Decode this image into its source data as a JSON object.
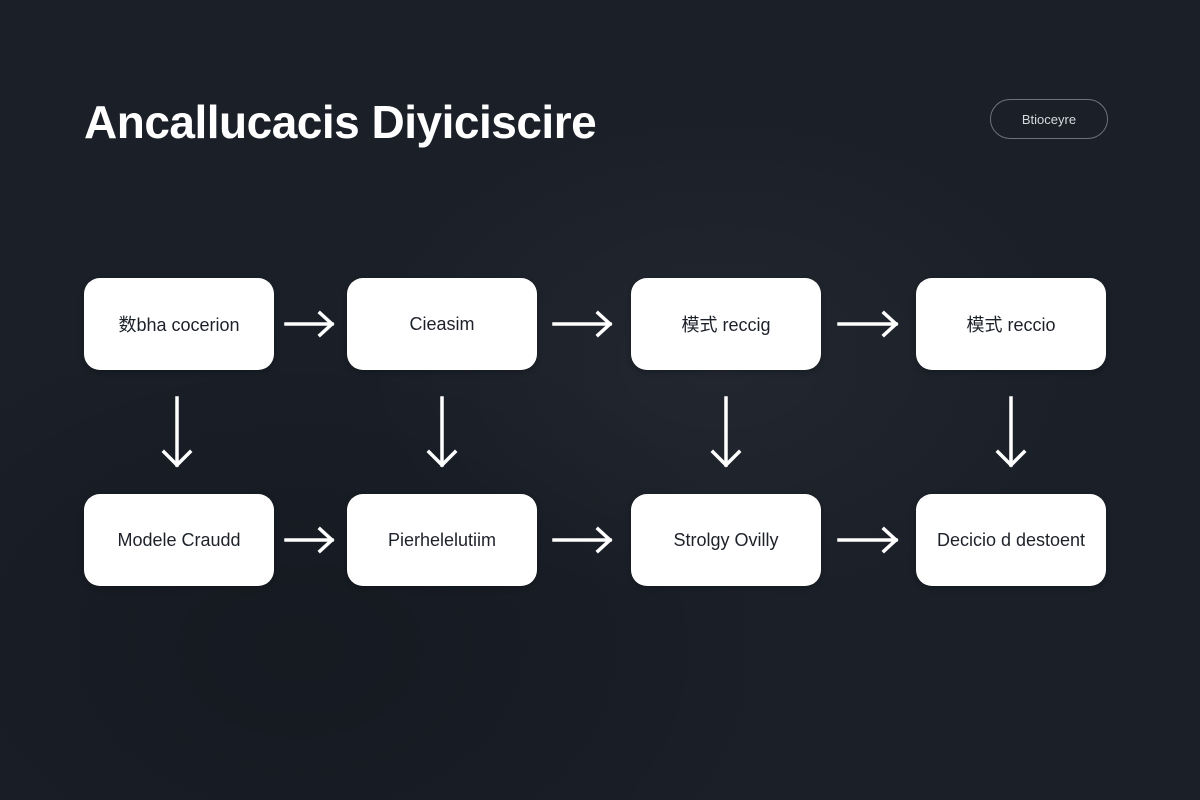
{
  "header": {
    "title": "Ancallucacis Diyiciscire",
    "button_label": "Btioceyre"
  },
  "diagram": {
    "row1": [
      "数bha cocerion",
      "Cieasim",
      "模式 reccig",
      "模式 reccio"
    ],
    "row2": [
      "Modele Craudd",
      "Pierhelelutiim",
      "Strolgy Ovilly",
      "Decicio d destoent"
    ]
  },
  "colors": {
    "background": "#1a1f28",
    "node_fill": "#ffffff",
    "arrow": "#ffffff",
    "text_dark": "#1d2129"
  }
}
